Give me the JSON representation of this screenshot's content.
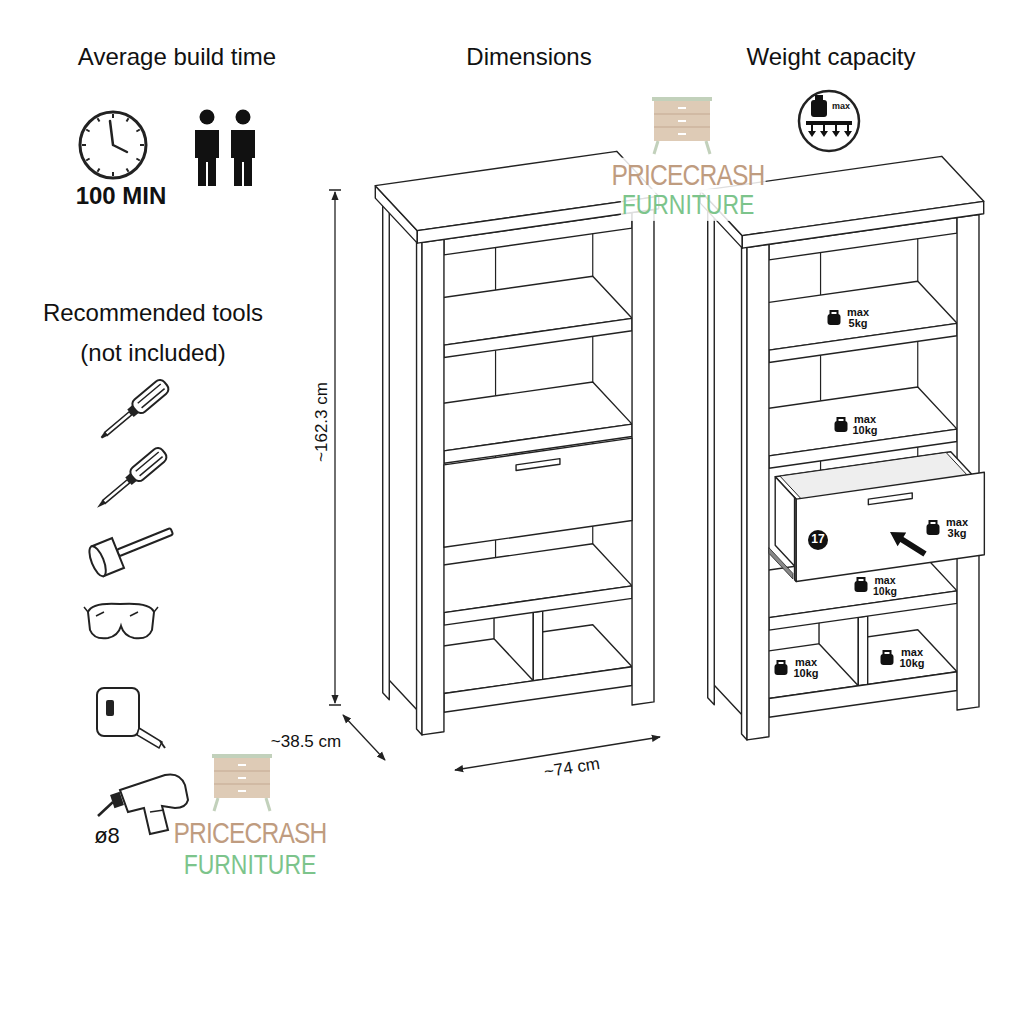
{
  "diagram": {
    "labels": [
      "Average build time",
      "100 MIN",
      "Dimensions",
      "Weight capacity",
      "max",
      "Recommended tools",
      "(not included)",
      "~162.3 cm",
      "~38.5 cm",
      "~74 cm",
      "ø8",
      "max 5kg",
      "max 10kg",
      "17",
      "max 3kg",
      "max 10kg",
      "max 10kg",
      "max 10kg",
      "PRICECRASH",
      "FURNITURE",
      "PRICECRASH",
      "FURNITURE"
    ]
  }
}
